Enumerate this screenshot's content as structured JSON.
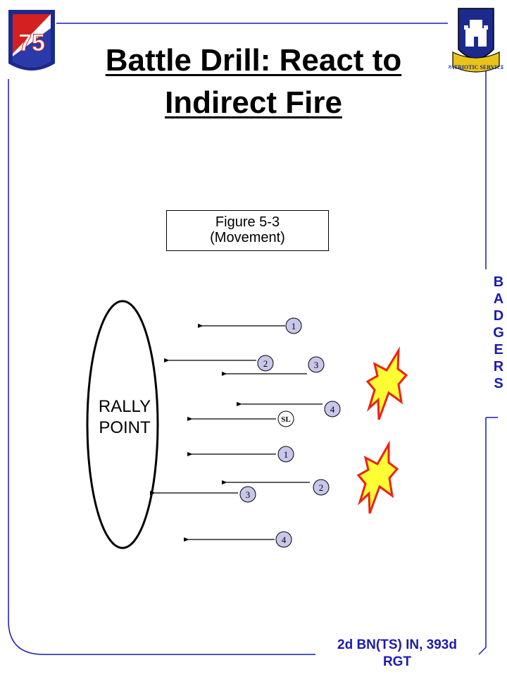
{
  "header": {
    "title": "Battle Drill: React to Indirect Fire"
  },
  "figure_caption": {
    "line1": "Figure 5-3",
    "line2": "(Movement)"
  },
  "rally_point": {
    "line1": "RALLY",
    "line2": "POINT"
  },
  "side_label": {
    "letters": [
      "B",
      "A",
      "D",
      "G",
      "E",
      "R",
      "S"
    ]
  },
  "footer": {
    "line1": "2d BN(TS) IN, 393d",
    "line2": "RGT"
  },
  "logos": {
    "left_patch_text": "75",
    "crest_motto": "PATRIOTIC SERVICE"
  },
  "markers": [
    "1",
    "2",
    "3",
    "SL",
    "4",
    "1",
    "2",
    "3",
    "4"
  ],
  "colors": {
    "frame": "#1a1ab4",
    "marker_fill": "#c9c6ec",
    "burst_fill": "#ffff33",
    "burst_stroke": "#ee2211"
  }
}
